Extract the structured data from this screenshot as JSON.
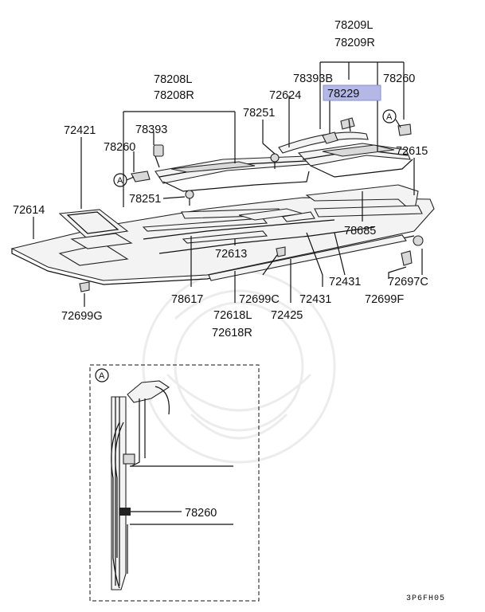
{
  "diagram": {
    "drawing_code": "3P6FH05",
    "detail_view_marker": "A",
    "highlight_color": "#b3b8e6",
    "labels": {
      "l78209l": "78209L",
      "l78209r": "78209R",
      "l78393b": "78393B",
      "l78260_top": "78260",
      "l78229": "78229",
      "l78208l": "78208L",
      "l78208r": "78208R",
      "l72624": "72624",
      "l78251_top": "78251",
      "l72421": "72421",
      "l78393": "78393",
      "l78260_left": "78260",
      "l72615": "72615",
      "l78251_mid": "78251",
      "l72614": "72614",
      "l78685": "78685",
      "l72613": "72613",
      "l72431_a": "72431",
      "l72697c": "72697C",
      "l78617": "78617",
      "l72699c": "72699C",
      "l72431_b": "72431",
      "l72699f": "72699F",
      "l72699g": "72699G",
      "l72618l": "72618L",
      "l72425": "72425",
      "l72618r": "72618R",
      "l78260_detail": "78260"
    }
  }
}
